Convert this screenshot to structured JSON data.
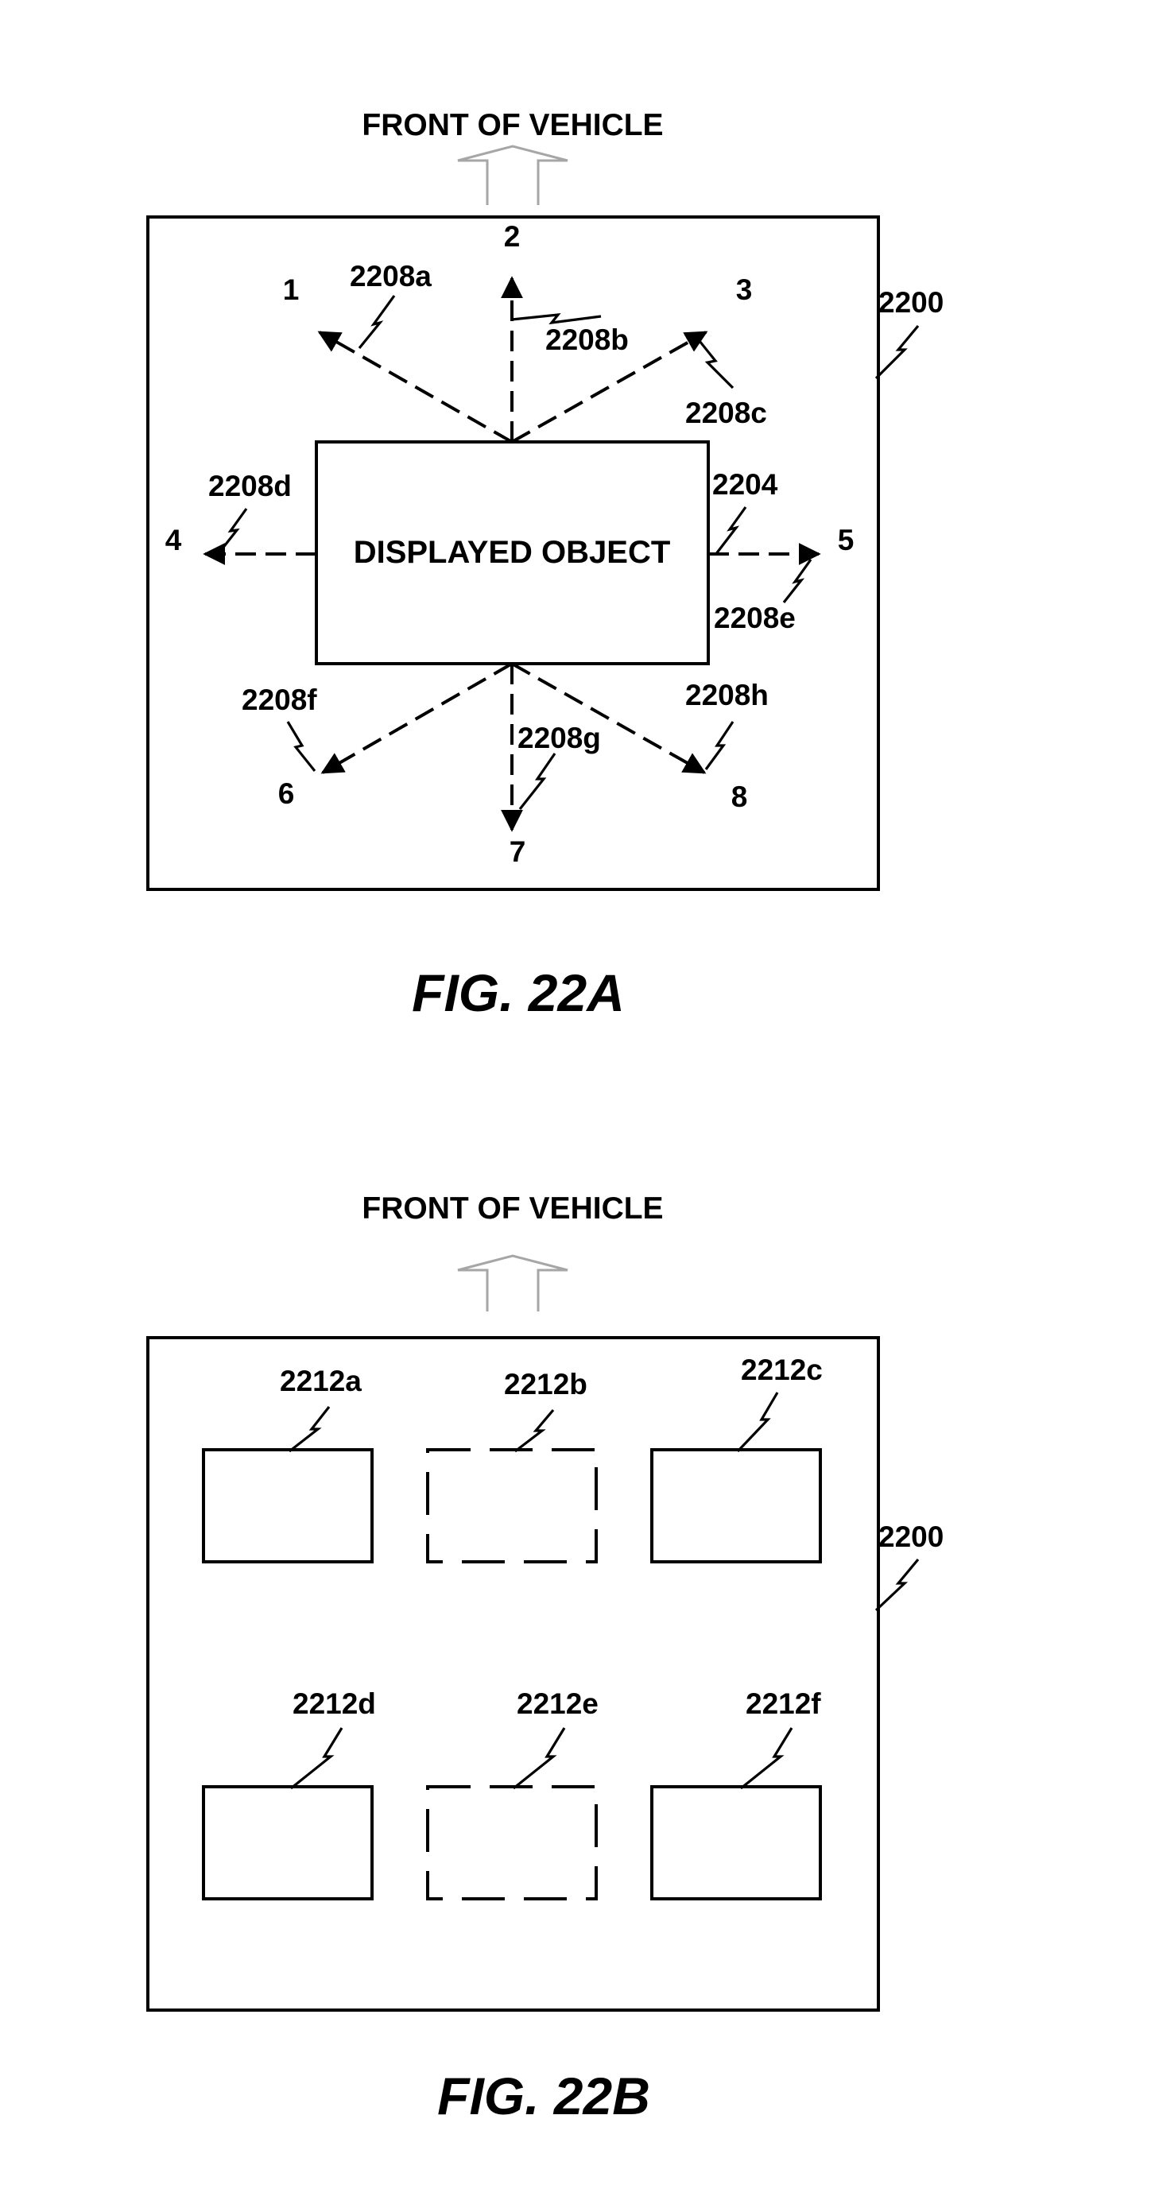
{
  "fig_a": {
    "front_label": "FRONT OF VEHICLE",
    "displayed_object": "DISPLAYED OBJECT",
    "ref_display": "2200",
    "ref_object": "2204",
    "directions": [
      "1",
      "2",
      "3",
      "4",
      "5",
      "6",
      "7",
      "8"
    ],
    "arrow_refs": [
      "2208a",
      "2208b",
      "2208c",
      "2208d",
      "2208e",
      "2208f",
      "2208g",
      "2208h"
    ],
    "caption": "FIG. 22A"
  },
  "fig_b": {
    "front_label": "FRONT OF VEHICLE",
    "ref_display": "2200",
    "region_refs": [
      "2212a",
      "2212b",
      "2212c",
      "2212d",
      "2212e",
      "2212f"
    ],
    "caption": "FIG. 22B"
  },
  "colors": {
    "line": "#000000",
    "front_arrow": "#a6a6a6",
    "background": "#ffffff"
  }
}
